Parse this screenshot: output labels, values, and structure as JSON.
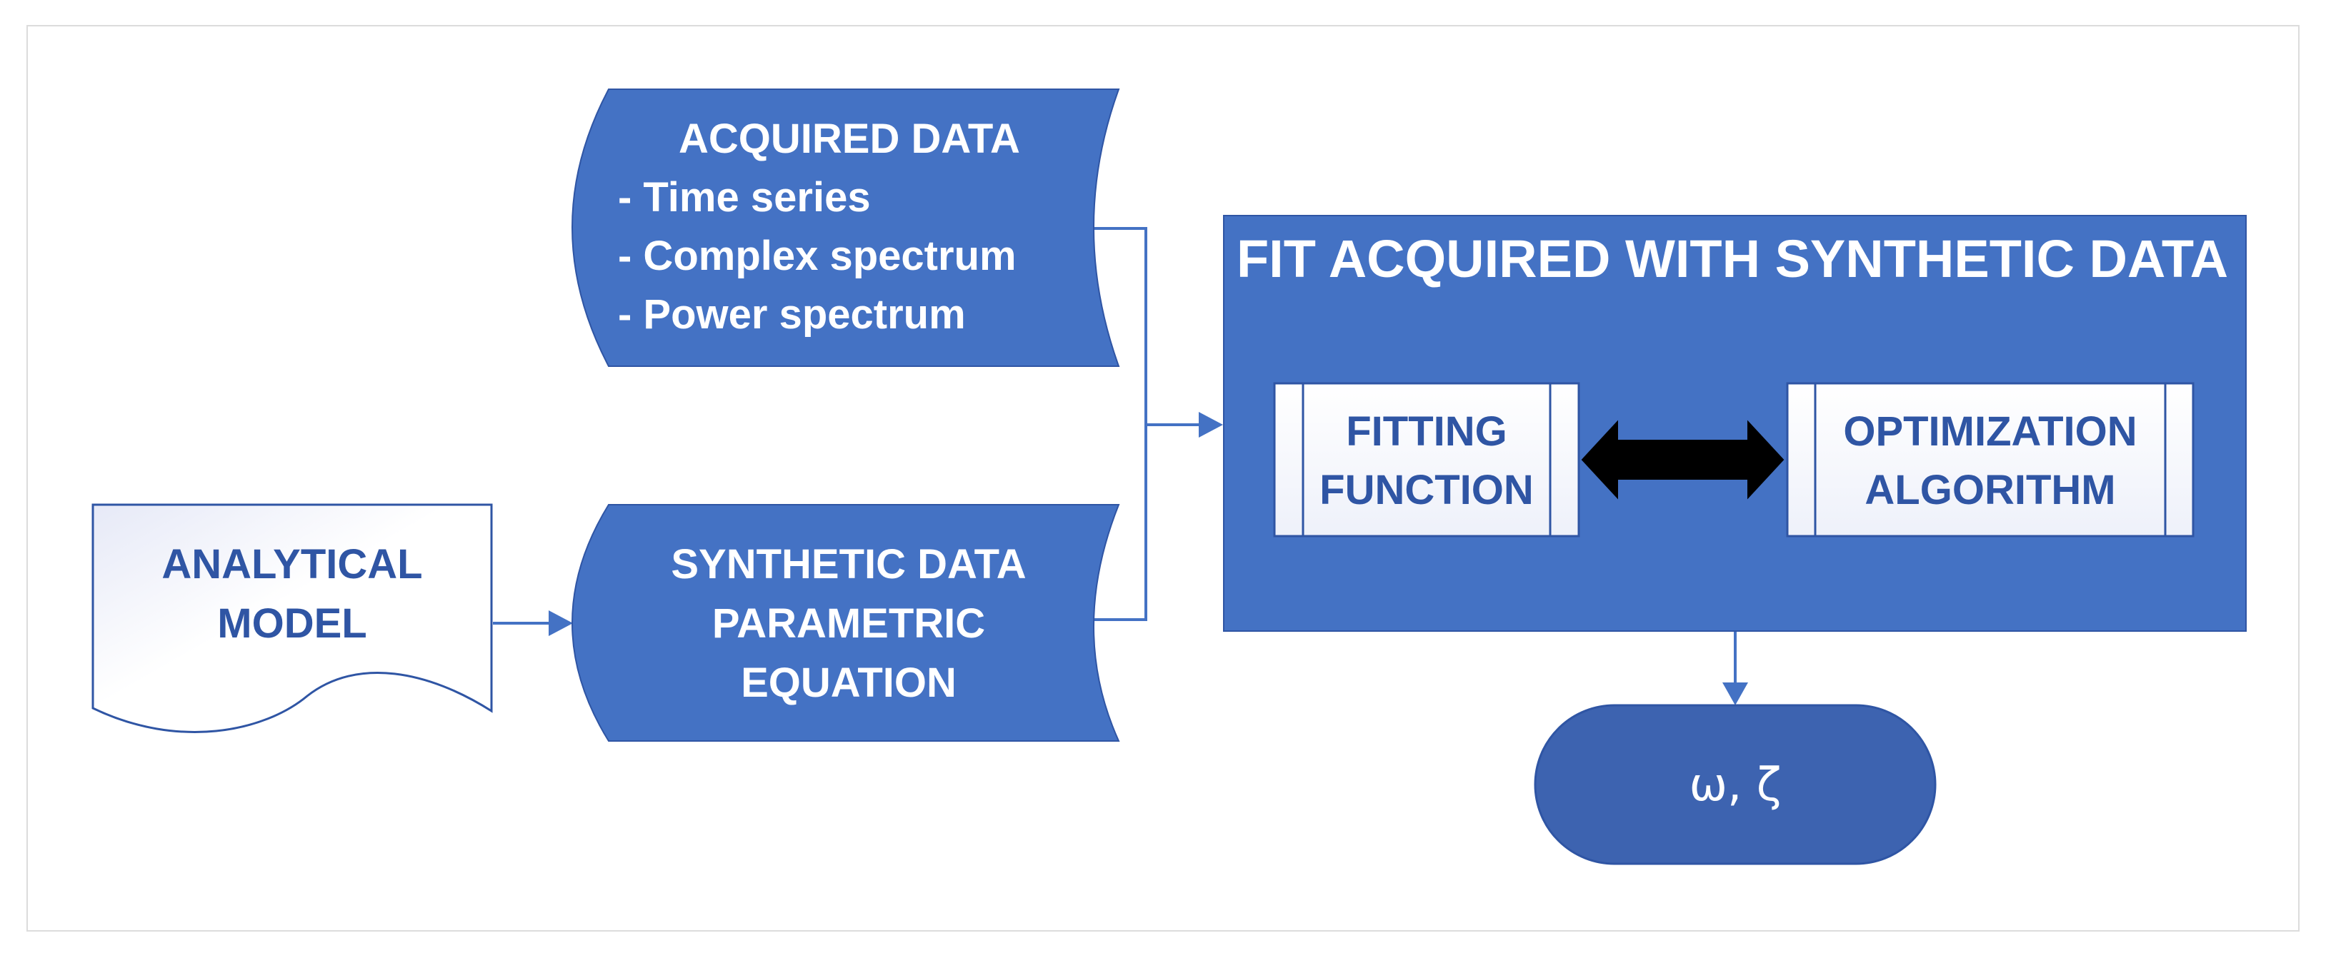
{
  "colors": {
    "primary_fill": "#4472c4",
    "terminal_fill": "#3d63b0",
    "stroke": "#2f55a4",
    "light_fill": "#ffffff",
    "light_gradient_edge": "#e6e9f7",
    "arrow_black": "#000000"
  },
  "acquired_data": {
    "title": "ACQUIRED DATA",
    "items": [
      "- Time series",
      "- Complex spectrum",
      "- Power spectrum"
    ]
  },
  "synthetic_data": {
    "lines": [
      "SYNTHETIC DATA",
      "PARAMETRIC",
      "EQUATION"
    ]
  },
  "analytical_model": {
    "lines": [
      "ANALYTICAL",
      "MODEL"
    ]
  },
  "fit_box": {
    "title": "FIT ACQUIRED WITH SYNTHETIC DATA"
  },
  "fitting_function": {
    "lines": [
      "FITTING",
      "FUNCTION"
    ]
  },
  "optimization_algorithm": {
    "lines": [
      "OPTIMIZATION",
      "ALGORITHM"
    ]
  },
  "result": {
    "label": "ω, ζ"
  }
}
